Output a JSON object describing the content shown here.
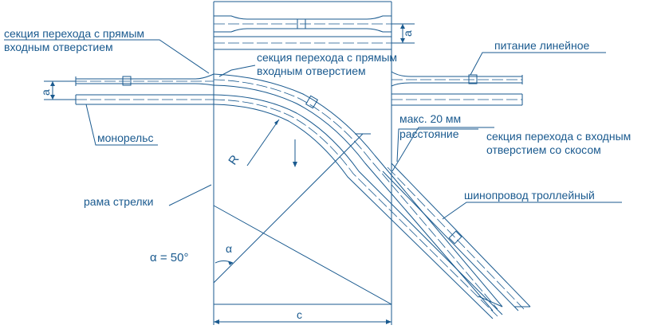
{
  "labels": {
    "section_straight_left_1": "секция перехода с прямым",
    "section_straight_left_2": "входным отверстием",
    "section_straight_center_1": "секция перехода с прямым",
    "section_straight_center_2": "входным отверстием",
    "feed_linear": "питание линейное",
    "monorail": "монорельс",
    "max_distance_1": "макс. 20 мм",
    "max_distance_2": "расстояние",
    "section_bevel_1": "секция перехода с входным",
    "section_bevel_2": "отверстием со скосом",
    "switch_frame": "рама стрелки",
    "busway": "шинопровод троллейный",
    "angle_value": "α = 50°",
    "dim_a_top": "a",
    "dim_a_left": "a",
    "dim_c": "c",
    "radius": "R",
    "alpha_symbol": "α"
  },
  "colors": {
    "line": "#1a5a8f",
    "background": "#ffffff"
  }
}
